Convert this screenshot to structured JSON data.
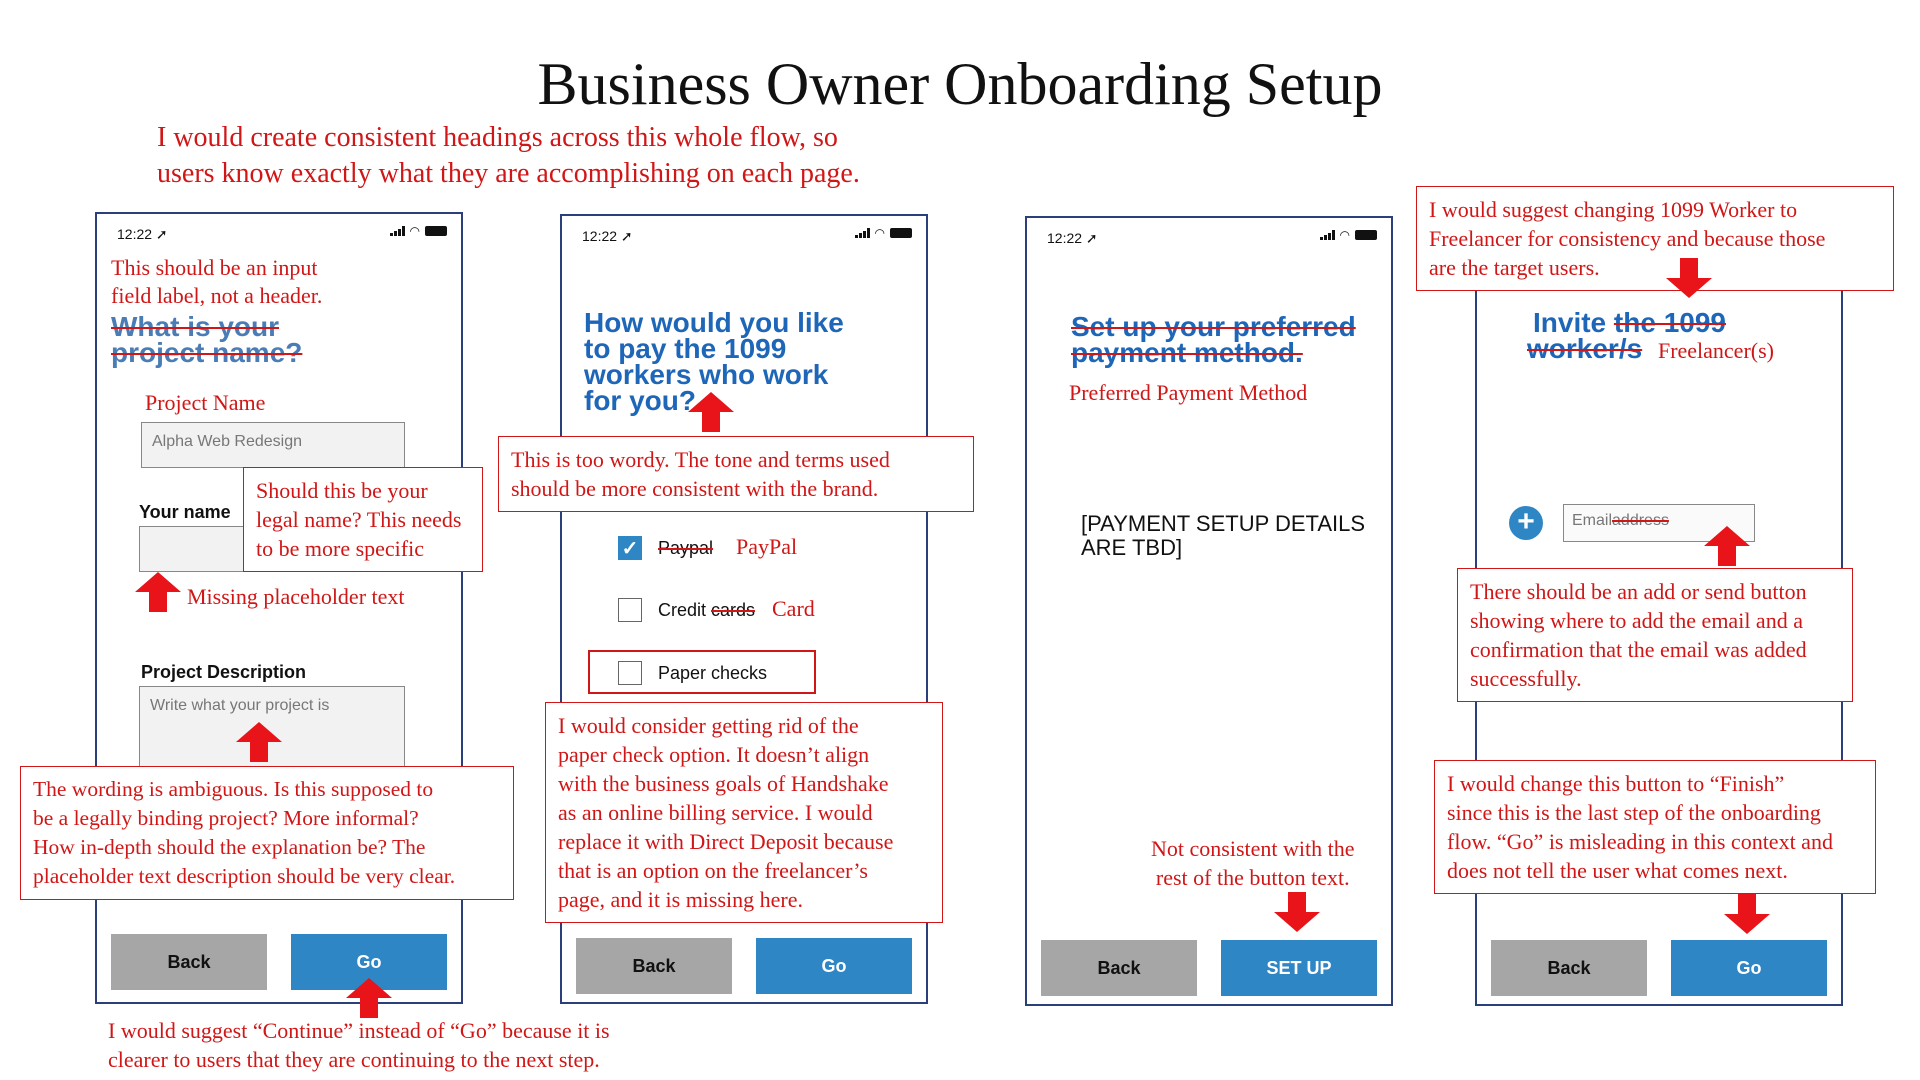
{
  "page_title": "Business Owner Onboarding Setup",
  "top_note": [
    "I would create consistent headings across this whole flow, so",
    "users know exactly what they are accomplishing on each page."
  ],
  "status_time": "12:22",
  "screen1": {
    "note_header": [
      "This should be an input",
      "field label, not a header."
    ],
    "heading": [
      "What is your",
      "project name?"
    ],
    "project_name_label": "Project Name",
    "project_name_value": "Alpha Web Redesign",
    "your_name_label": "Your name",
    "legal_name_note": [
      "Should this be your",
      "legal name? This needs",
      "to be more specific"
    ],
    "missing_placeholder_note": "Missing placeholder text",
    "project_description_label": "Project Description",
    "project_description_placeholder": "Write what your project is",
    "ambiguous_note": [
      "The wording is ambiguous. Is this supposed to",
      "be a legally binding project? More informal?",
      "How in-depth should the explanation be? The",
      "placeholder text description should be very clear."
    ],
    "back_label": "Back",
    "go_label": "Go",
    "continue_note": [
      "I would suggest “Continue” instead of “Go” because it is",
      "clearer to users that they are continuing to the next step."
    ]
  },
  "screen2": {
    "heading": [
      "How would you like",
      "to pay the 1099",
      "workers who work",
      "for you?"
    ],
    "wordy_note": [
      "This is too wordy. The tone and terms used",
      "should be more consistent with the brand."
    ],
    "option_paypal_old": "Paypal",
    "option_paypal_new": "PayPal",
    "option_credit_prefix": "Credit",
    "option_credit_old": "cards",
    "option_credit_new": "Card",
    "option_paper": "Paper checks",
    "paper_note": [
      "I would consider getting rid of  the",
      "paper check option. It doesn’t align",
      "with the business goals of  Handshake",
      "as an online billing service. I would",
      "replace it with Direct Deposit because",
      "that is an option on the freelancer’s",
      "page, and it is missing here."
    ],
    "back_label": "Back",
    "go_label": "Go"
  },
  "screen3": {
    "heading": [
      "Set up your preferred",
      "payment method."
    ],
    "new_heading": "Preferred Payment Method",
    "tbd_text": [
      "[PAYMENT SETUP DETAILS",
      "ARE TBD]"
    ],
    "button_note": [
      "Not consistent with the",
      "rest of  the button text."
    ],
    "back_label": "Back",
    "setup_label": "SET UP"
  },
  "screen4": {
    "change_note": [
      "I would suggest changing 1099 Worker to",
      "Freelancer for consistency and because those",
      "are the target users."
    ],
    "heading_keep": "Invite",
    "heading_strike1": "the 1099",
    "heading_strike2": "worker/s",
    "heading_new": "Freelancer(s)",
    "email_keep": "Email",
    "email_strike": "address",
    "add_note": [
      "There should be an add or send button",
      "showing where to add the email and a",
      "confirmation that the email was added",
      "successfully."
    ],
    "finish_note": [
      "I would change this button to “Finish”",
      "since this is the last step of  the onboarding",
      "flow. “Go” is misleading in this context and",
      "does not tell the user what comes next."
    ],
    "back_label": "Back",
    "go_label": "Go"
  },
  "colors": {
    "annotation_red": "#d01616",
    "heading_blue": "#1e66b8",
    "button_blue": "#2f86c4",
    "button_gray": "#a6a6a6",
    "phone_border": "#2b3f7a"
  }
}
